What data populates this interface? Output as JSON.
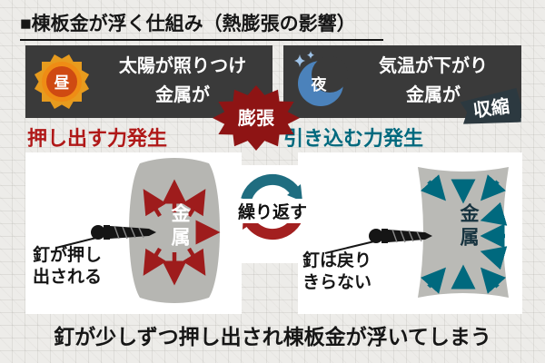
{
  "title": "■棟板金が浮く仕組み（熱膨張の影響）",
  "day_panel": {
    "time_icon_label": "昼",
    "headline_line1": "太陽が照りつけ",
    "headline_line2": "金属が",
    "badge_label": "膨張",
    "force_label": "押し出す力発生",
    "metal_label": "金属",
    "nail_note_line1": "釘が押し",
    "nail_note_line2": "出される"
  },
  "night_panel": {
    "time_icon_label": "夜",
    "headline_line1": "気温が下がり",
    "headline_line2": "金属が",
    "badge_label": "収縮",
    "force_label": "引き込む力発生",
    "metal_label": "金属",
    "nail_note_line1": "釘は戻り",
    "nail_note_line2": "きらない"
  },
  "cycle": {
    "label": "繰り返す"
  },
  "footer": {
    "caption": "釘が少しずつ押し出され棟板金が浮いてしまう"
  },
  "colors": {
    "header_bg": "#3a3a3a",
    "expansion_red": "#b01818",
    "contraction_teal": "#00697e",
    "burst_red": "#8e1414",
    "shrink_badge_slate": "#2c3940",
    "metal_gray": "#b6b6b2",
    "sun_orange": "#e79b1e",
    "sun_core": "#cf4a12",
    "moon_blue": "#4b82bb",
    "background": "#edece9"
  }
}
